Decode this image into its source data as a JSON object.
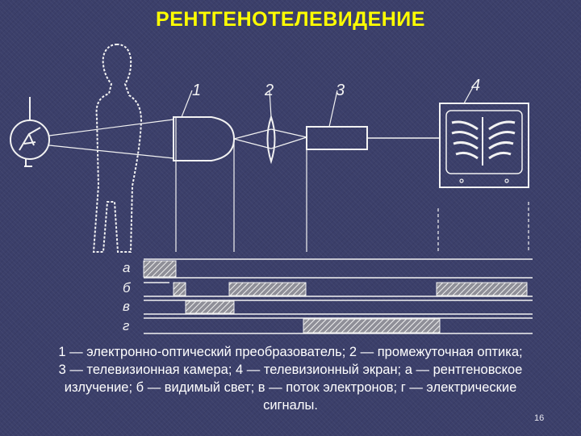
{
  "slide": {
    "title": "РЕНТГЕНОТЕЛЕВИДЕНИЕ",
    "page_number": "16"
  },
  "figure": {
    "component_labels": [
      "1",
      "2",
      "3",
      "4"
    ],
    "row_labels": [
      "а",
      "б",
      "в",
      "г"
    ]
  },
  "caption": {
    "lines": [
      "1 — электронно-оптический преобразователь; 2 — промежуточная оптика;",
      "3 — телевизионная камера; 4 — телевизионный экран; а — рентгеновское",
      "излучение; б — видимый свет; в — поток электронов; г — электрические",
      "сигналы."
    ]
  },
  "colors": {
    "title": "#ffff00",
    "text": "#ffffff",
    "background": "#3b3f6a",
    "drawing": "#f2f2f2"
  }
}
